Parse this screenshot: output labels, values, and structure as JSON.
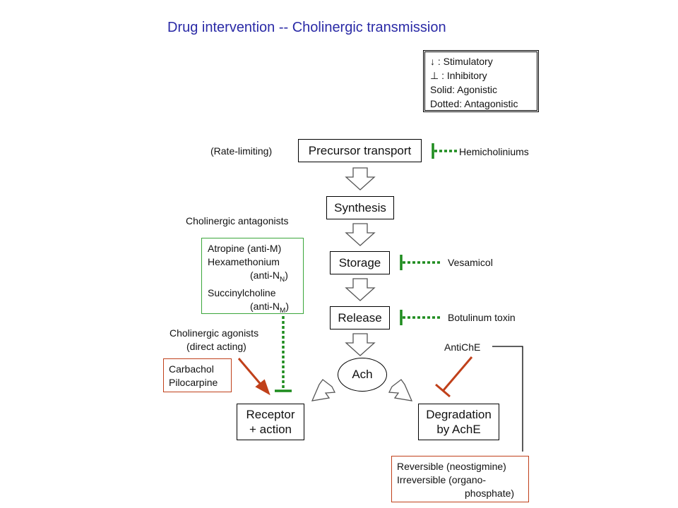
{
  "title": "Drug intervention -- Cholinergic transmission",
  "legend": {
    "stimulatory": "↓ :  Stimulatory",
    "inhibitory": "⊥ :  Inhibitory",
    "solid": "Solid: Agonistic",
    "dotted": "Dotted: Antagonistic"
  },
  "pathway": {
    "precursor": "Precursor transport",
    "synthesis": "Synthesis",
    "storage": "Storage",
    "release": "Release",
    "ach": "Ach",
    "receptor_line1": "Receptor",
    "receptor_line2": "+ action",
    "degradation_line1": "Degradation",
    "degradation_line2": "by AchE"
  },
  "labels": {
    "rate_limiting": "(Rate-limiting)",
    "hemicholiniums": "Hemicholiniums",
    "vesamicol": "Vesamicol",
    "botulinum": "Botulinum toxin",
    "antagonists_title": "Cholinergic antagonists",
    "agonists_line1": "Cholinergic agonists",
    "agonists_line2": "(direct acting)",
    "antiche": "AntiChE"
  },
  "antagonists": {
    "atropine": "Atropine (anti-M)",
    "hexamethonium": "Hexamethonium",
    "anti_nn": "(anti-N",
    "anti_nn_sub": "N",
    "succinylcholine": "Succinylcholine",
    "anti_nm": "(anti-N",
    "anti_nm_sub": "M",
    "close": ")"
  },
  "agonists": {
    "carbachol": "Carbachol",
    "pilocarpine": "Pilocarpine"
  },
  "antiche_types": {
    "reversible": "Reversible (neostigmine)",
    "irreversible_line1": "Irreversible (organo-",
    "irreversible_line2": "phosphate)"
  },
  "colors": {
    "title": "#2a2aa6",
    "antagonist": "#1e8c1e",
    "agonist_arrow": "#c0401a"
  }
}
